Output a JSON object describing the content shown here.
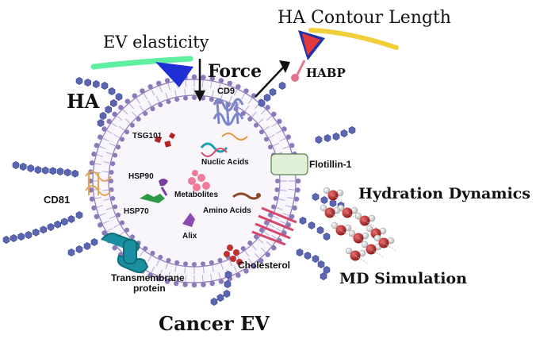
{
  "labels": {
    "ev_elasticity": "EV elasticity",
    "force": "Force",
    "ha_contour_length": "HA Contour Length",
    "habp": "HABP",
    "ha": "HA",
    "cd9": "CD9",
    "tsg101": "TSG101",
    "nucleic_acids": "Nuclic Acids",
    "flotillin": "Flotillin-1",
    "hsp90": "HSP90",
    "metabolites": "Metabolites",
    "cd81": "CD81",
    "hsp70": "HSP70",
    "amino_acids": "Amino Acids",
    "hydration_dynamics": "Hydration Dynamics",
    "alix": "Alix",
    "cholesterol": "Cholesterol",
    "transmembrane_protein_line1": "Transmembrane",
    "transmembrane_protein_line2": "protein",
    "md_simulation": "MD Simulation",
    "cancer_ev": "Cancer  EV"
  },
  "colors": {
    "membrane": "#8a7ab8",
    "membrane_fill": "#efeaf6",
    "ha_chain": "#5b66b3",
    "cantilever_green": "#5ef0a0",
    "tip_blue": "#1f2fd6",
    "contour_yellow": "#f0cf3a",
    "tip_red": "#e23a3a",
    "cd9": "#7b86c8",
    "flotillin": "#dff0d6",
    "cholesterol": "#c0302f",
    "transmembrane": "#1a8fa0",
    "water_oxygen": "#b32626"
  }
}
